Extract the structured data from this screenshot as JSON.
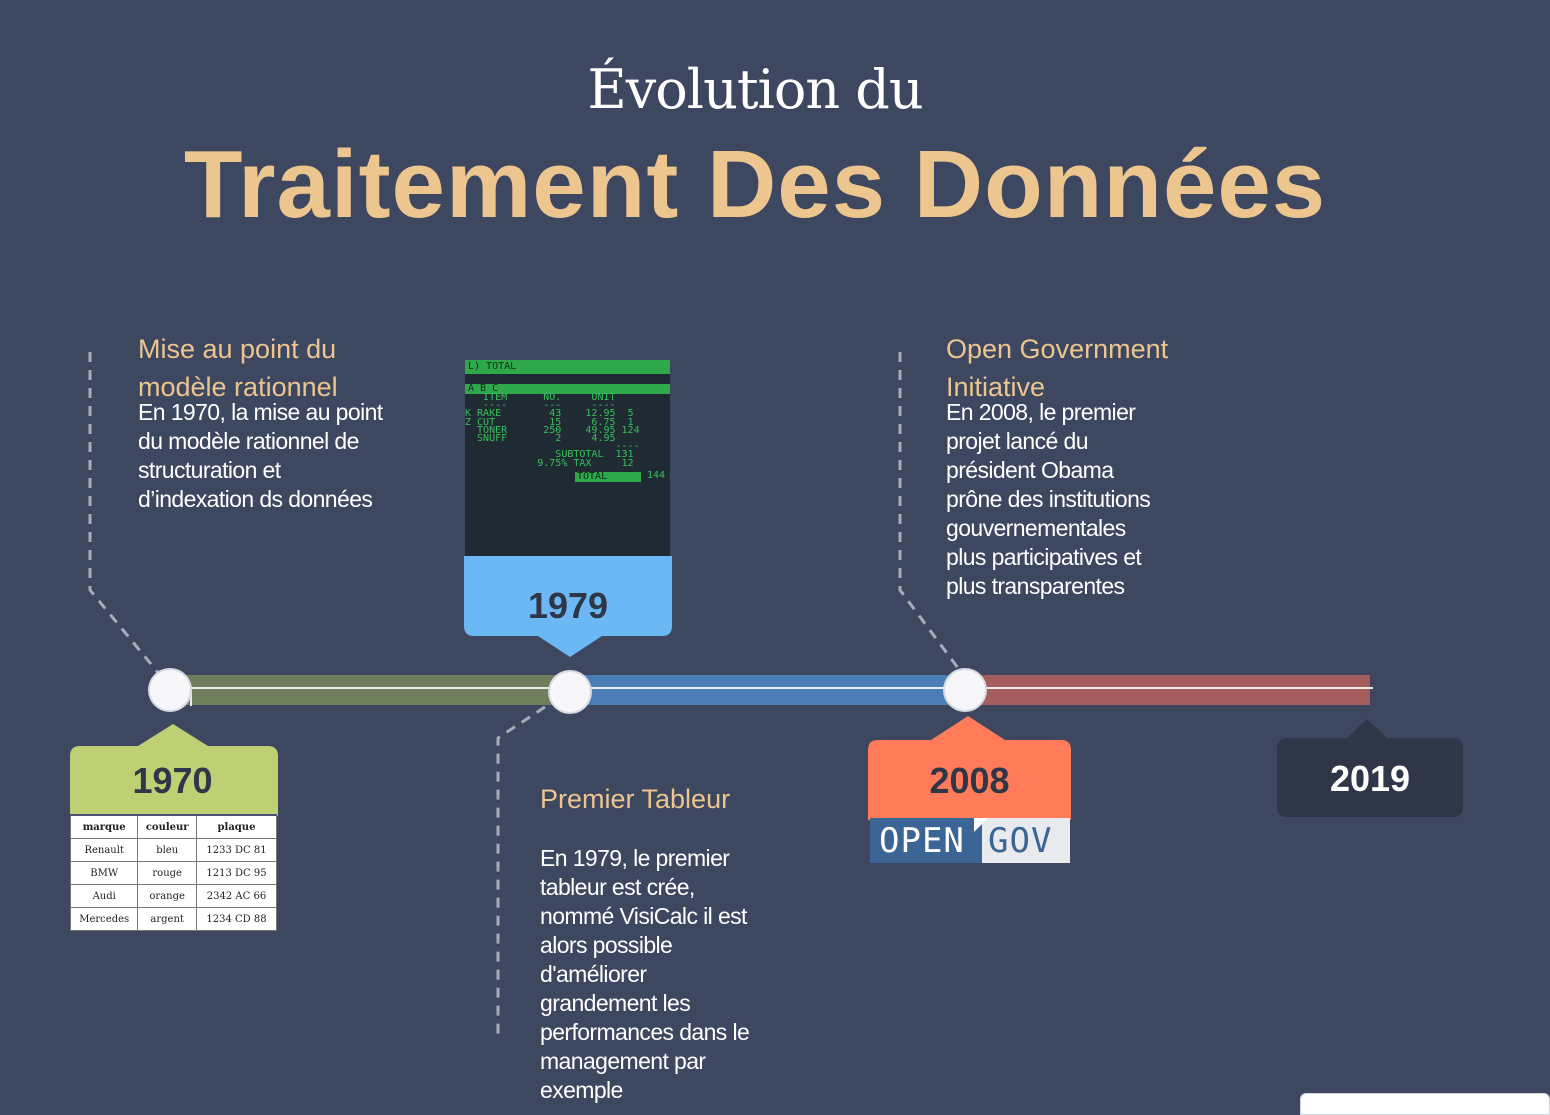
{
  "header": {
    "subtitle": "Évolution du",
    "title": "Traitement Des Données"
  },
  "events": [
    {
      "year": "1970",
      "title_lines": [
        "Mise au point du",
        "modèle rationnel"
      ],
      "text_lines": [
        "En 1970, la mise au point",
        "du modèle rationnel de",
        "structuration et",
        "d’indexation ds données"
      ]
    },
    {
      "year": "1979",
      "title_lines": [
        "Premier Tableur"
      ],
      "text_lines": [
        "En 1979, le premier",
        "tableur est crée,",
        "nommé VisiCalc il est",
        "alors possible",
        "d'améliorer",
        "grandement les",
        "performances dans le",
        "management par",
        "exemple"
      ]
    },
    {
      "year": "2008",
      "title_lines": [
        "Open Government",
        "Initiative"
      ],
      "text_lines": [
        "En 2008, le premier",
        "projet lancé du",
        "président Obama",
        "prône des institutions",
        "gouvernementales",
        "plus participatives et",
        "plus transparentes"
      ]
    },
    {
      "year": "2019"
    }
  ],
  "car_table": {
    "headers": [
      "marque",
      "couleur",
      "plaque"
    ],
    "rows": [
      [
        "Renault",
        "bleu",
        "1233 DC 81"
      ],
      [
        "BMW",
        "rouge",
        "1213 DC 95"
      ],
      [
        "Audi",
        "orange",
        "2342 AC 66"
      ],
      [
        "Mercedes",
        "argent",
        "1234 CD 88"
      ]
    ]
  },
  "visicalc": {
    "top_bar": "L) TOTAL",
    "col_bar": " A        B        C",
    "lines": [
      "   ITEM      NO.     UNIT",
      "   ----      ---     ----",
      "K RAKE        43    12.95  5",
      "Z CUT         15     6.75  1",
      "  TONER      250    49.95 124",
      "  SNUFF        2     4.95",
      "                         ----",
      "               SUBTOTAL  131",
      "            9.75% TAX     12"
    ],
    "total_label": "TOTAL",
    "total_value": "144"
  },
  "opengov": {
    "part1": "OPEN",
    "part2": "GOV"
  },
  "colors": {
    "seg1": "#6f7f5c",
    "seg2": "#4a7db5",
    "seg3": "#a45c5c",
    "badge1970": "#bfcf73",
    "badge1979": "#6cb8f5",
    "badge2008": "#ff7b5a",
    "badge2019": "#2f3648",
    "accent": "#edc58f"
  }
}
